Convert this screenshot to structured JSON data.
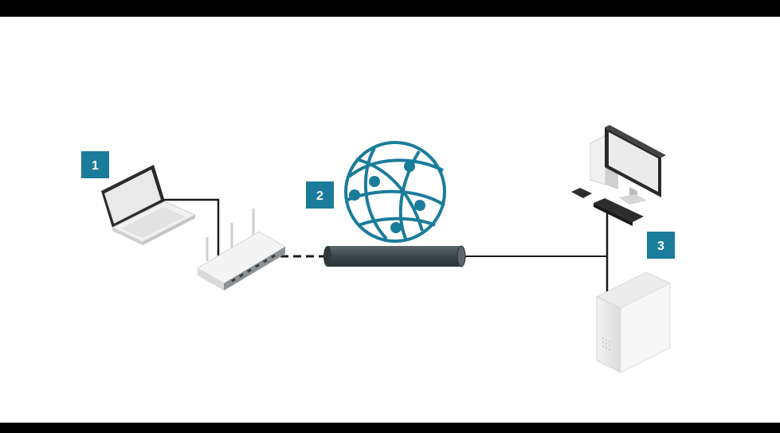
{
  "badges": [
    {
      "id": "laptop",
      "label": "1"
    },
    {
      "id": "internet",
      "label": "2"
    },
    {
      "id": "server",
      "label": "3"
    }
  ],
  "colors": {
    "badge": "#1a7c9a",
    "globe": "#1a7c9a",
    "line": "#1a1a1a",
    "pipe": "#3c4649"
  },
  "icons": [
    "laptop-icon",
    "router-icon",
    "globe-icon",
    "pipe-icon",
    "desktop-computer-icon",
    "server-tower-icon"
  ]
}
